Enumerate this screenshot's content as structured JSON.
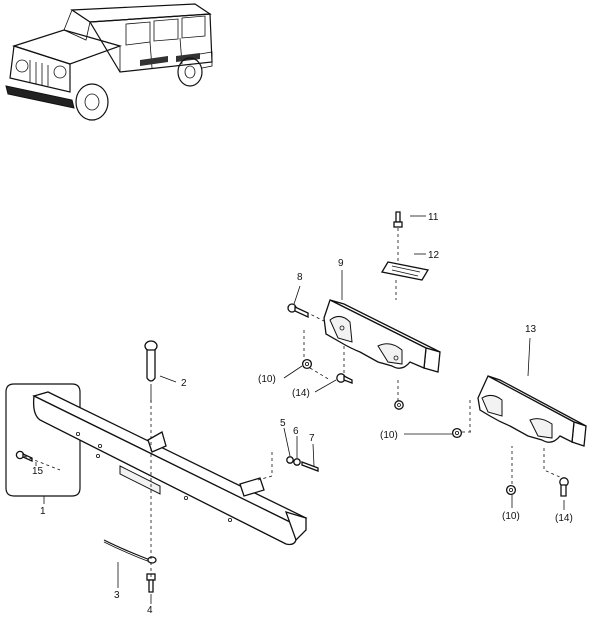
{
  "callouts": {
    "c1": "1",
    "c2": "2",
    "c3": "3",
    "c4": "4",
    "c5": "5",
    "c6": "6",
    "c7": "7",
    "c8": "8",
    "c9": "9",
    "c10a": "(10)",
    "c10b": "(10)",
    "c10c": "(10)",
    "c11": "11",
    "c12": "12",
    "c13": "13",
    "c14a": "(14)",
    "c14b": "(14)",
    "c15": "15"
  }
}
